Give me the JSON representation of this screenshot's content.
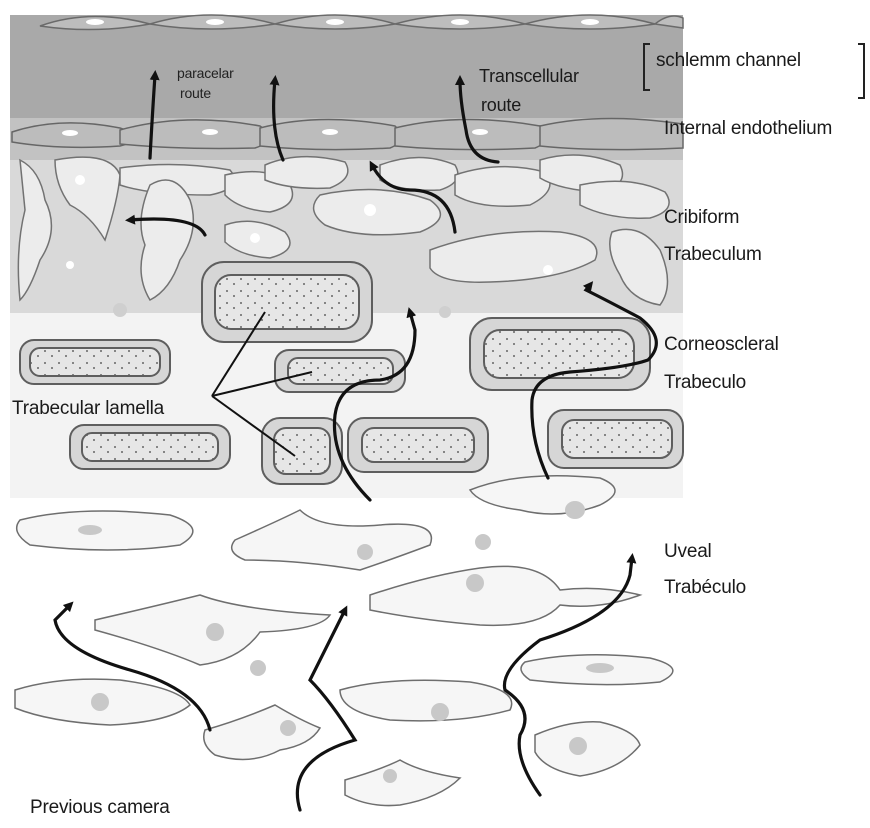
{
  "labels": {
    "schlemm_channel": "schlemm channel",
    "paracelular_route_line1": "paracelar",
    "paracelular_route_line2": "route",
    "transcellular_route_line1": "Transcellular",
    "transcellular_route_line2": "route",
    "internal_endothelium": "Internal endothelium",
    "cribiform_line1": "Cribiform",
    "cribiform_line2": "Trabeculum",
    "corneoscleral_line1": "Corneoscleral",
    "corneoscleral_line2": "Trabeculo",
    "trabecular_lamella": "Trabecular lamella",
    "uveal_line1": "Uveal",
    "uveal_line2": "Trabéculo",
    "previous_camera": "Previous camera"
  },
  "colors": {
    "schlemm_band": "#a9a9a9",
    "endothelium_band": "#c4c4c4",
    "cribiform_band": "#dadada",
    "corneoscleral_band": "#f2f2f2",
    "cell_fill": "#efefef",
    "cell_stroke": "#6e6e6e",
    "arrow": "#111111"
  }
}
